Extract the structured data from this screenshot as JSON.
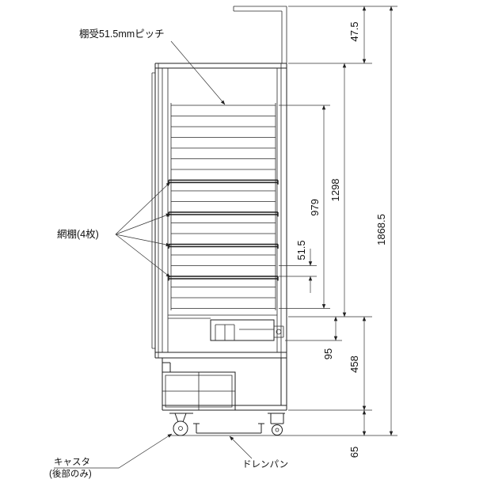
{
  "drawing": {
    "labels": {
      "shelf_pitch": "棚受51.5mmピッチ",
      "wire_shelves": "網棚(4枚)",
      "caster": "キャスタ",
      "caster_note": "(後部のみ)",
      "drain_pan": "ドレンパン"
    },
    "dimensions": {
      "top_section": "47.5",
      "door_height": "1298",
      "rail_span": "979",
      "shelf_pitch": "51.5",
      "overall_height": "1868.5",
      "bottom_gap": "95",
      "base_height": "458",
      "caster_height": "65"
    }
  }
}
